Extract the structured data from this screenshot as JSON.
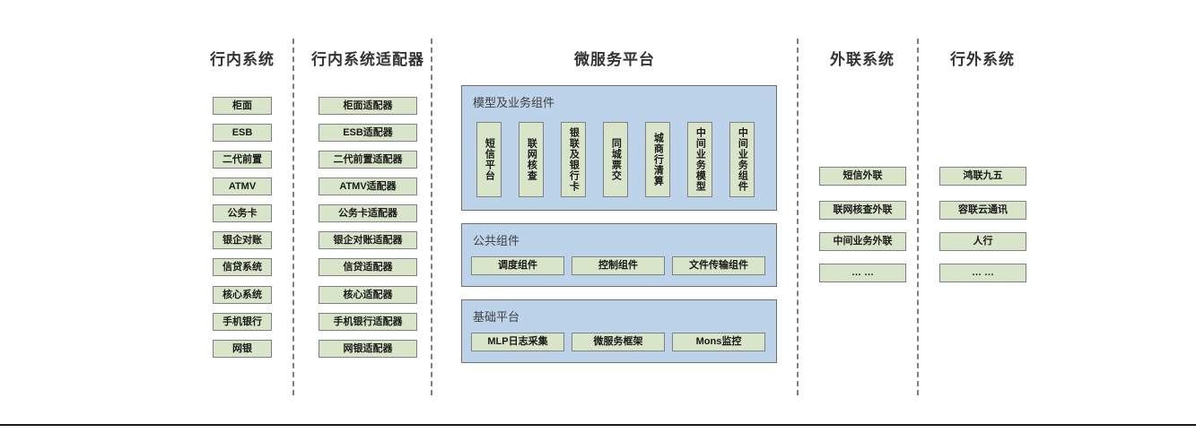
{
  "diagram": {
    "title_font_color": "#333333",
    "node_fill": "#d9e5c8",
    "node_border": "#808080",
    "panel_fill": "#bdd3ea",
    "panel_border": "#6f6f6f",
    "divider_color": "#808080"
  },
  "columns": [
    {
      "id": "internal-systems",
      "title": "行内系统",
      "items": [
        "柜面",
        "ESB",
        "二代前置",
        "ATMV",
        "公务卡",
        "银企对账",
        "信贷系统",
        "核心系统",
        "手机银行",
        "网银"
      ]
    },
    {
      "id": "internal-adapters",
      "title": "行内系统适配器",
      "items": [
        "柜面适配器",
        "ESB适配器",
        "二代前置适配器",
        "ATMV适配器",
        "公务卡适配器",
        "银企对账适配器",
        "信贷适配器",
        "核心适配器",
        "手机银行适配器",
        "网银适配器"
      ]
    },
    {
      "id": "external-link-systems",
      "title": "外联系统",
      "items": [
        "短信外联",
        "联网核查外联",
        "中间业务外联",
        "… …"
      ]
    },
    {
      "id": "outside-bank-systems",
      "title": "行外系统",
      "items": [
        "鸿联九五",
        "容联云通讯",
        "人行",
        "… …"
      ]
    }
  ],
  "microservice_platform": {
    "title": "微服务平台",
    "panels": [
      {
        "id": "model-business-components",
        "label": "模型及业务组件",
        "orientation": "vertical",
        "items": [
          "短信平台",
          "联网核查",
          "银联及银行卡",
          "同城票交",
          "城商行清算",
          "中间业务模型",
          "中间业务组件"
        ]
      },
      {
        "id": "public-components",
        "label": "公共组件",
        "orientation": "horizontal",
        "items": [
          "调度组件",
          "控制组件",
          "文件传输组件"
        ]
      },
      {
        "id": "base-platform",
        "label": "基础平台",
        "orientation": "horizontal",
        "items": [
          "MLP日志采集",
          "微服务框架",
          "Mons监控"
        ]
      }
    ]
  }
}
